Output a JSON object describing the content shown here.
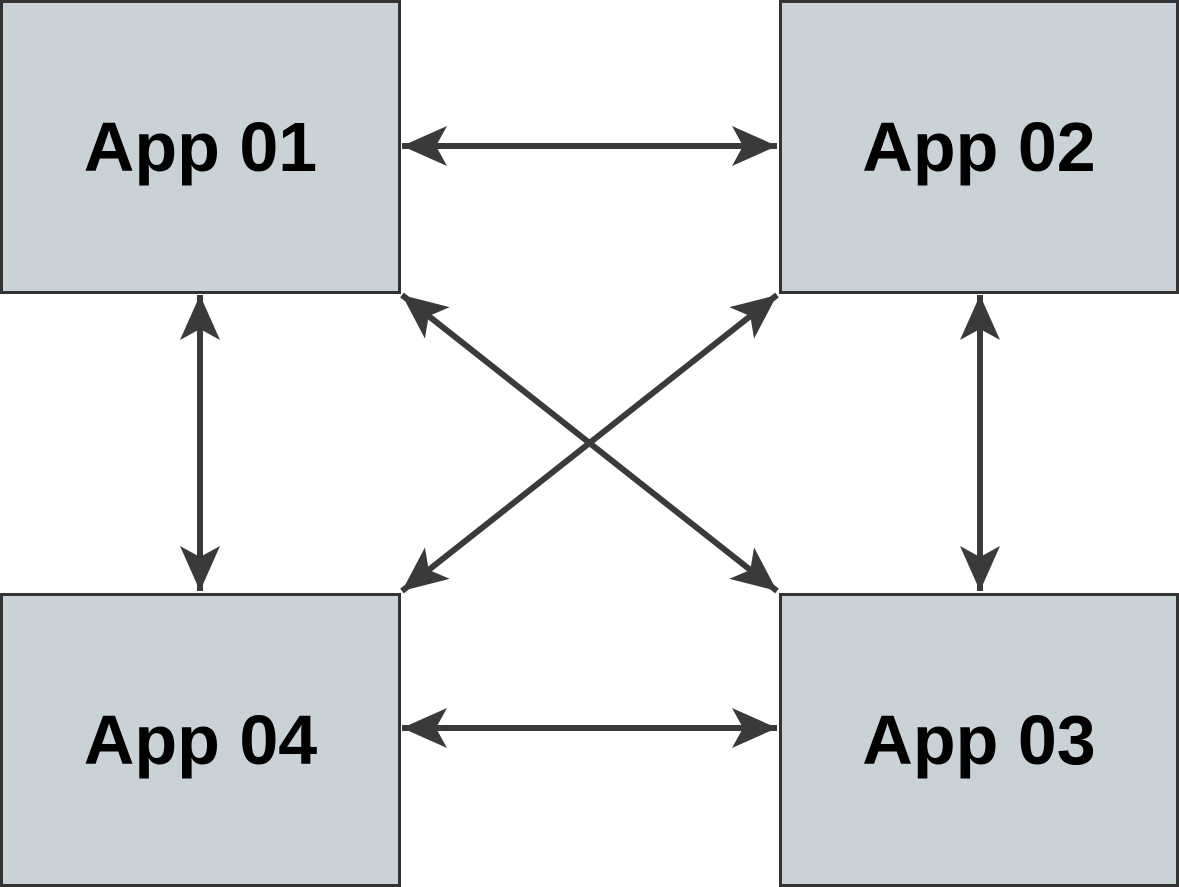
{
  "diagram": {
    "nodes": [
      {
        "id": "app01",
        "label": "App 01",
        "position": "top-left"
      },
      {
        "id": "app02",
        "label": "App 02",
        "position": "top-right"
      },
      {
        "id": "app03",
        "label": "App 03",
        "position": "bottom-right"
      },
      {
        "id": "app04",
        "label": "App 04",
        "position": "bottom-left"
      }
    ],
    "edges": [
      {
        "from": "App 01",
        "to": "App 02",
        "type": "bidirectional",
        "shape": "horizontal"
      },
      {
        "from": "App 04",
        "to": "App 03",
        "type": "bidirectional",
        "shape": "horizontal"
      },
      {
        "from": "App 01",
        "to": "App 04",
        "type": "bidirectional",
        "shape": "vertical"
      },
      {
        "from": "App 02",
        "to": "App 03",
        "type": "bidirectional",
        "shape": "vertical"
      },
      {
        "from": "App 01",
        "to": "App 03",
        "type": "bidirectional",
        "shape": "diagonal"
      },
      {
        "from": "App 02",
        "to": "App 04",
        "type": "bidirectional",
        "shape": "diagonal"
      }
    ],
    "colors": {
      "node_fill": "#c9d2d6",
      "node_border": "#333333",
      "arrow": "#3a3a3a",
      "text": "#000000",
      "background": "#ffffff"
    }
  }
}
